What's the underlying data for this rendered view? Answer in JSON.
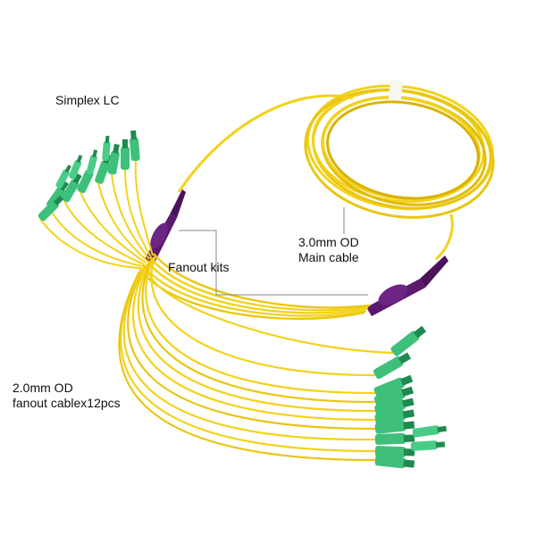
{
  "labels": {
    "simplex_lc": "Simplex LC",
    "fanout_kits": "Fanout kits",
    "main_cable": [
      "3.0mm OD",
      "Main cable"
    ],
    "fanout_cable": [
      "2.0mm OD",
      "fanout cablex12pcs"
    ]
  },
  "colors": {
    "cable_yellow": "#f3d21a",
    "cable_shadow": "#c9a800",
    "fanout_kit_purple": "#5b1a6e",
    "connector_green": "#3fc07a",
    "connector_dark": "#1f8a4f",
    "leader_line": "#888888"
  }
}
